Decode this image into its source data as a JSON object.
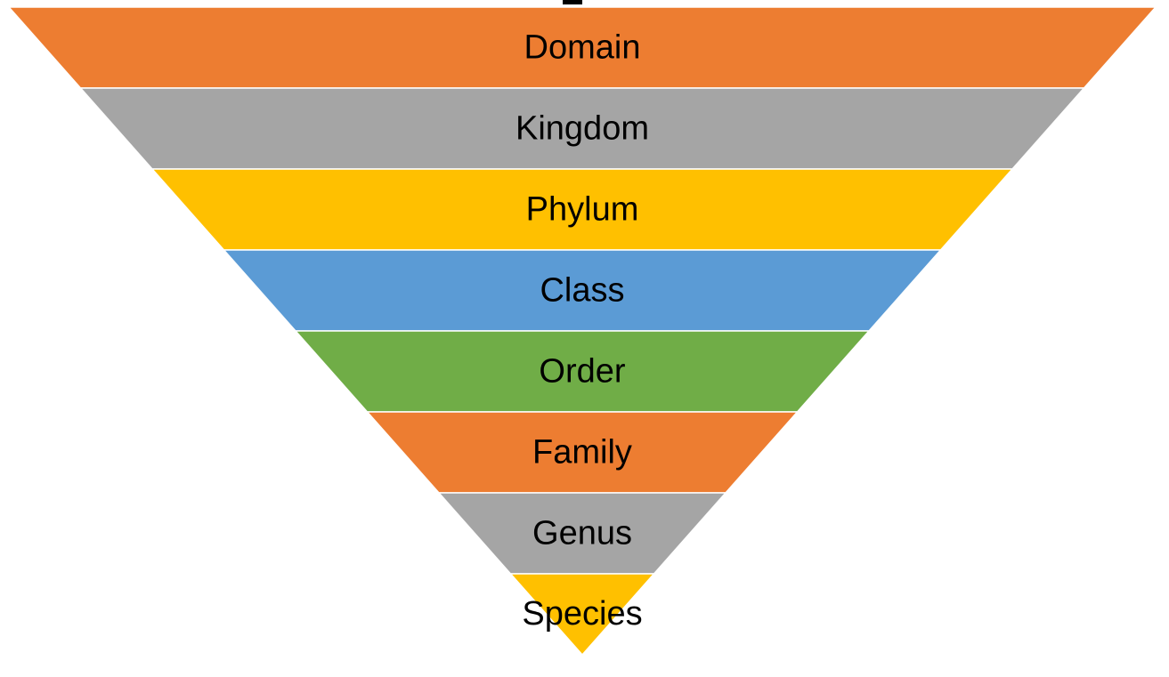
{
  "diagram": {
    "type": "inverted-pyramid",
    "tiers": [
      {
        "label": "Domain",
        "color": "#ED7D31"
      },
      {
        "label": "Kingdom",
        "color": "#A5A5A5"
      },
      {
        "label": "Phylum",
        "color": "#FFC000"
      },
      {
        "label": "Class",
        "color": "#5B9BD5"
      },
      {
        "label": "Order",
        "color": "#70AD47"
      },
      {
        "label": "Family",
        "color": "#ED7D31"
      },
      {
        "label": "Genus",
        "color": "#A5A5A5"
      },
      {
        "label": "Species",
        "color": "#FFC000"
      }
    ],
    "separator_color": "#FFFFFF",
    "text_color": "#000000"
  }
}
